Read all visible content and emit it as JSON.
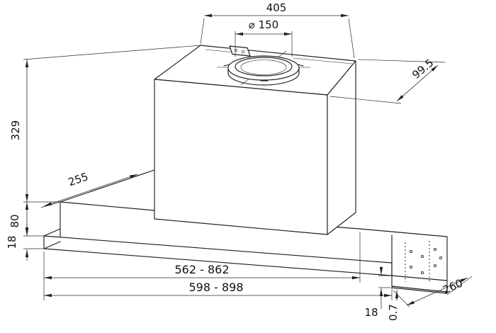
{
  "drawing": {
    "background": "#ffffff",
    "line_color": "#1f1f1f",
    "dimensions": {
      "top_width": "405",
      "duct_diameter": "⌀ 150",
      "top_depth": "99.5",
      "total_height": "329",
      "body_depth": "255",
      "body_height": "80",
      "panel_thickness": "18",
      "body_width_range": "562  -  862",
      "panel_width_range": "598 - 898",
      "lip_height": "18",
      "sheet_thickness": "0.7",
      "panel_depth": "260"
    }
  }
}
